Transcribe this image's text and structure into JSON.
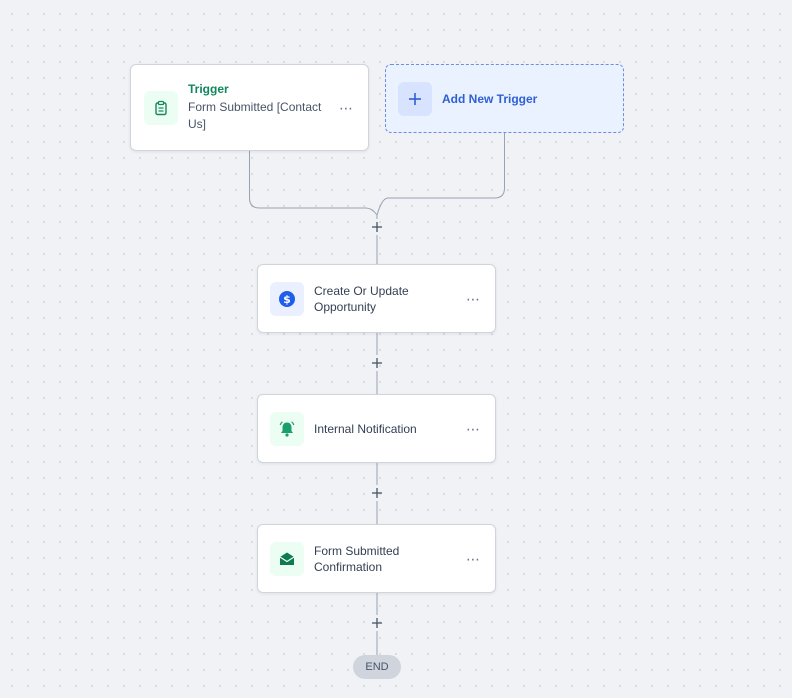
{
  "trigger": {
    "title": "Trigger",
    "description": "Form Submitted [Contact Us]",
    "icon": "clipboard-icon",
    "menu": "⋯"
  },
  "add_trigger": {
    "label": "Add New Trigger",
    "icon": "plus-icon"
  },
  "actions": [
    {
      "label": "Create Or Update Opportunity",
      "icon": "dollar-icon",
      "menu": "⋯"
    },
    {
      "label": "Internal Notification",
      "icon": "bell-icon",
      "menu": "⋯"
    },
    {
      "label": "Form Submitted Confirmation",
      "icon": "mail-open-icon",
      "menu": "⋯"
    }
  ],
  "end_label": "END",
  "colors": {
    "trigger_green": "#12875d",
    "add_trigger_blue": "#2f5fd4",
    "dollar_blue": "#1f5ee8",
    "bell_green": "#1a9f6b",
    "mail_green": "#0f7a4f"
  }
}
